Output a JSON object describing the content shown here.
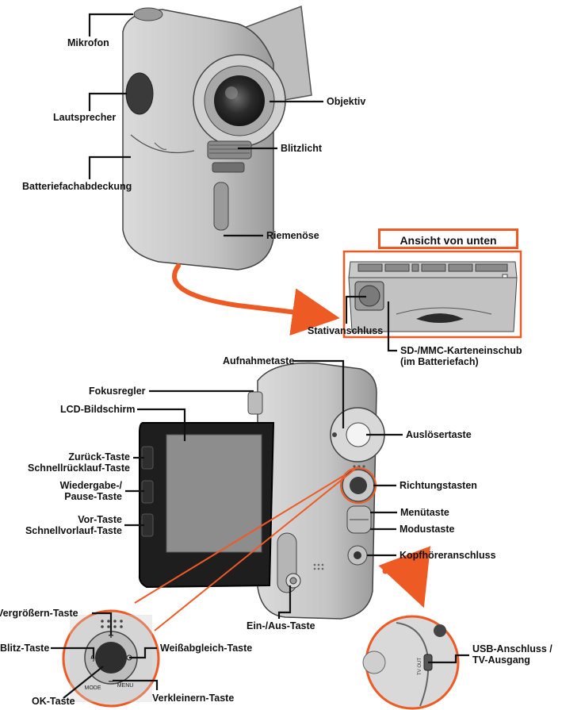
{
  "labels": {
    "mikrofon": "Mikrofon",
    "objektiv": "Objektiv",
    "lautsprecher": "Lautsprecher",
    "blitzlicht": "Blitzlicht",
    "batteriefach": "Batteriefachabdeckung",
    "riemenoese": "Riemenöse",
    "ansicht_unten": "Ansicht von unten",
    "stativ": "Stativanschluss",
    "sd_line1": "SD-/MMC-Karteneinschub",
    "sd_line2": "(im Batteriefach)",
    "aufnahme": "Aufnahmetaste",
    "fokus": "Fokusregler",
    "lcd": "LCD-Bildschirm",
    "ausloeser": "Auslösertaste",
    "zurueck_line1": "Zurück-Taste",
    "zurueck_line2": "Schnellrücklauf-Taste",
    "richtung": "Richtungstasten",
    "wiedergabe_line1": "Wiedergabe-/",
    "wiedergabe_line2": "Pause-Taste",
    "menue": "Menütaste",
    "vor_line1": "Vor-Taste",
    "vor_line2": "Schnellvorlauf-Taste",
    "modus": "Modustaste",
    "kopfhoerer": "Kopfhöreranschluss",
    "vergroessern": "Vergrößern-Taste",
    "blitz": "Blitz-Taste",
    "weiss": "Weißabgleich-Taste",
    "einaus": "Ein-/Aus-Taste",
    "usb_line1": "USB-Anschluss /",
    "usb_line2": "TV-Ausgang",
    "ok": "OK-Taste",
    "verkleinern": "Verkleinern-Taste"
  },
  "device_print": {
    "mode": "MODE",
    "menu": "MENU",
    "plus": "+",
    "minus": "–",
    "tv_out": "TV OUT"
  },
  "colors": {
    "accent": "#ee5a24",
    "body": "#c9c9c9",
    "body_dark": "#8c8c8c",
    "lens": "#2a2a2a",
    "screen": "#8a8a8a",
    "leader": "#111111"
  }
}
